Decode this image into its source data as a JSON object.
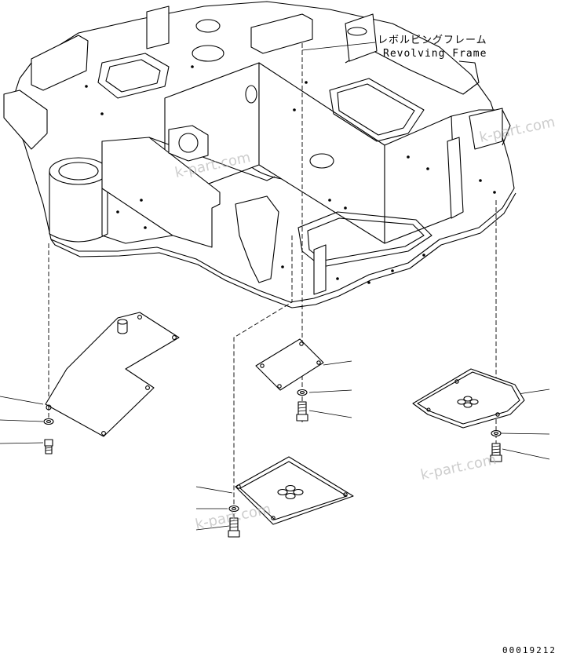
{
  "title_jp": "レボルビングフレーム",
  "title_en": "Revolving Frame",
  "watermarks": [
    "k-part.com",
    "k-part.com",
    "k-part.com",
    "k-part.com"
  ],
  "drawing_code": "00019212",
  "colors": {
    "line": "#000000",
    "watermark": "#b8b8b8",
    "background": "#ffffff"
  }
}
